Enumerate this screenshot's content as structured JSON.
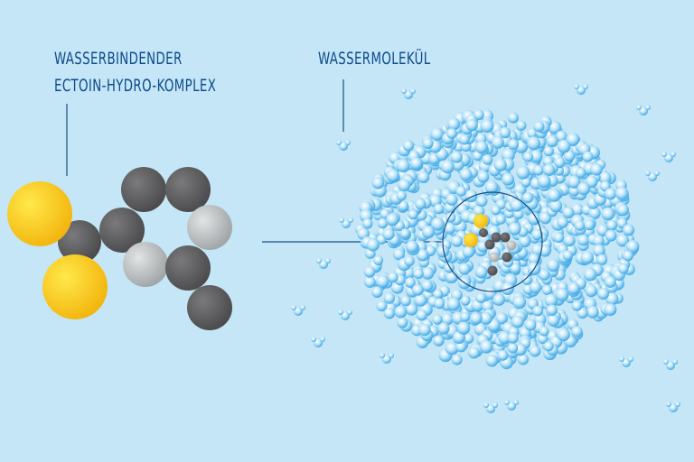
{
  "labels": {
    "ectoin_line1": "WASSERBINDENDER",
    "ectoin_line2": "ECTOIN-HYDRO-KOMPLEX",
    "water": "WASSERMOLEKÜL"
  },
  "colors": {
    "background": "#c5e6f6",
    "text": "#0d4a8c",
    "line": "#1b4f7f",
    "oxygen_yellow": "#f7c417",
    "carbon_dark": "#5c5c5e",
    "carbon_light": "#b9bcbe",
    "water_bubble": "#4fb3e8"
  }
}
